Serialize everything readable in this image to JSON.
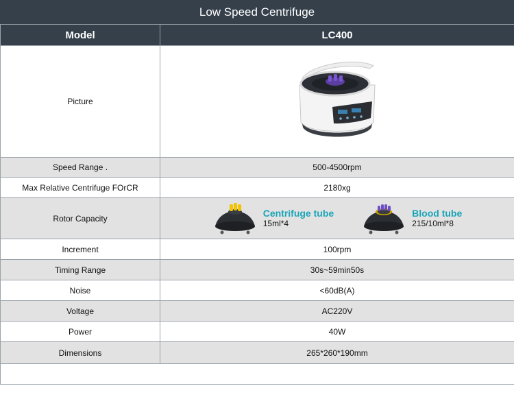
{
  "title": "Low Speed Centrifuge",
  "header": {
    "col1": "Model",
    "col2": "LC400"
  },
  "rows": {
    "picture": {
      "label": "Picture"
    },
    "speed_range": {
      "label": "Speed Range .",
      "value": "500-4500rpm"
    },
    "max_rcf": {
      "label": "Max Relative Centrifuge FOrCR",
      "value": "2180xg"
    },
    "rotor_capacity": {
      "label": "Rotor Capacity",
      "rotors": [
        {
          "name": "Centrifuge tube",
          "capacity": "15ml*4"
        },
        {
          "name": "Blood tube",
          "capacity": "215/10ml*8"
        }
      ]
    },
    "increment": {
      "label": "Increment",
      "value": "100rpm"
    },
    "timing_range": {
      "label": "Timing Range",
      "value": "30s~59min50s"
    },
    "noise": {
      "label": "Noise",
      "value": "<60dB(A)"
    },
    "voltage": {
      "label": "Voltage",
      "value": "AC220V"
    },
    "power": {
      "label": "Power",
      "value": "40W"
    },
    "dimensions": {
      "label": "Dimensions",
      "value": "265*260*190mm"
    }
  },
  "colors": {
    "header_bg": "#35404b",
    "row_shade": "#e2e2e2",
    "accent": "#1aa5b8"
  },
  "icons": [
    "centrifuge-photo",
    "rotor-4-slot-icon",
    "rotor-8-slot-icon"
  ]
}
